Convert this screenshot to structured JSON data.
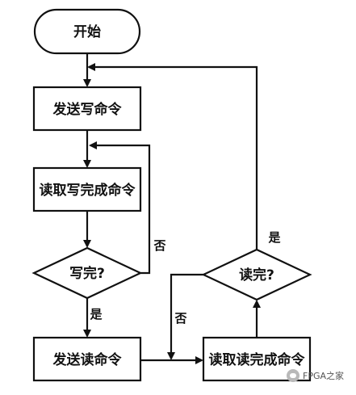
{
  "nodes": {
    "start": "开始",
    "send_write": "发送写命令",
    "read_write_done": "读取写完成命令",
    "write_done_q": "写完?",
    "send_read": "发送读命令",
    "read_read_done": "读取读完成命令",
    "read_done_q": "读完?"
  },
  "edges": {
    "write_no": "否",
    "write_yes": "是",
    "read_no": "否",
    "read_yes": "是"
  },
  "watermark": "FPGA之家"
}
